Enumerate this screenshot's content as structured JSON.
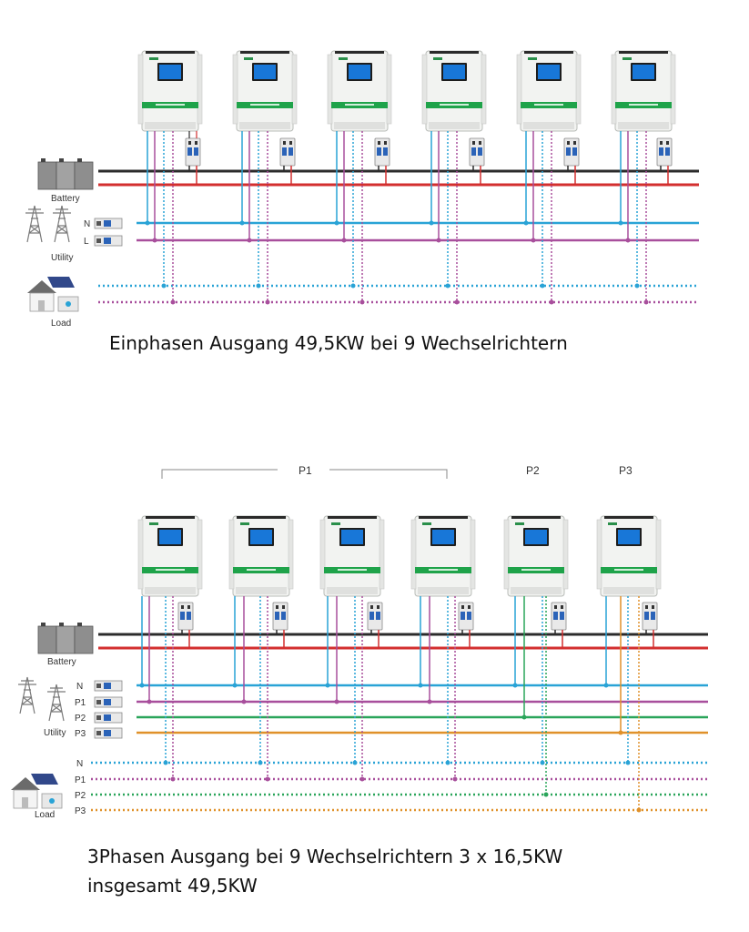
{
  "top_diagram": {
    "inverter_count": 6,
    "battery_label": "Battery",
    "utility_label": "Utility",
    "load_label": "Load",
    "utility_lines": [
      "N",
      "L"
    ],
    "caption": "Einphasen Ausgang 49,5KW bei 9 Wechselrichtern"
  },
  "bottom_diagram": {
    "inverter_count": 6,
    "battery_label": "Battery",
    "utility_label": "Utility",
    "load_label": "Load",
    "utility_lines": [
      "N",
      "P1",
      "P2",
      "P3"
    ],
    "load_lines": [
      "N",
      "P1",
      "P2",
      "P3"
    ],
    "phase_groups": [
      "P1",
      "P2",
      "P3"
    ],
    "caption_line1": "3Phasen Ausgang bei 9 Wechselrichtern 3 x 16,5KW",
    "caption_line2": "insgesamt 49,5KW"
  },
  "colors": {
    "battery_negative": "#2b2b2b",
    "battery_positive": "#d32f2f",
    "neutral": "#29a3d6",
    "phase_L": "#a84f9c",
    "phase_P1": "#a84f9c",
    "phase_P2": "#2aa55a",
    "phase_P3": "#e0912a",
    "inverter_body": "#f2f3f1",
    "screen": "#1877d8"
  },
  "icons": [
    "battery-icon",
    "power-tower-icon",
    "house-solar-icon",
    "breaker-icon",
    "inverter-icon"
  ]
}
